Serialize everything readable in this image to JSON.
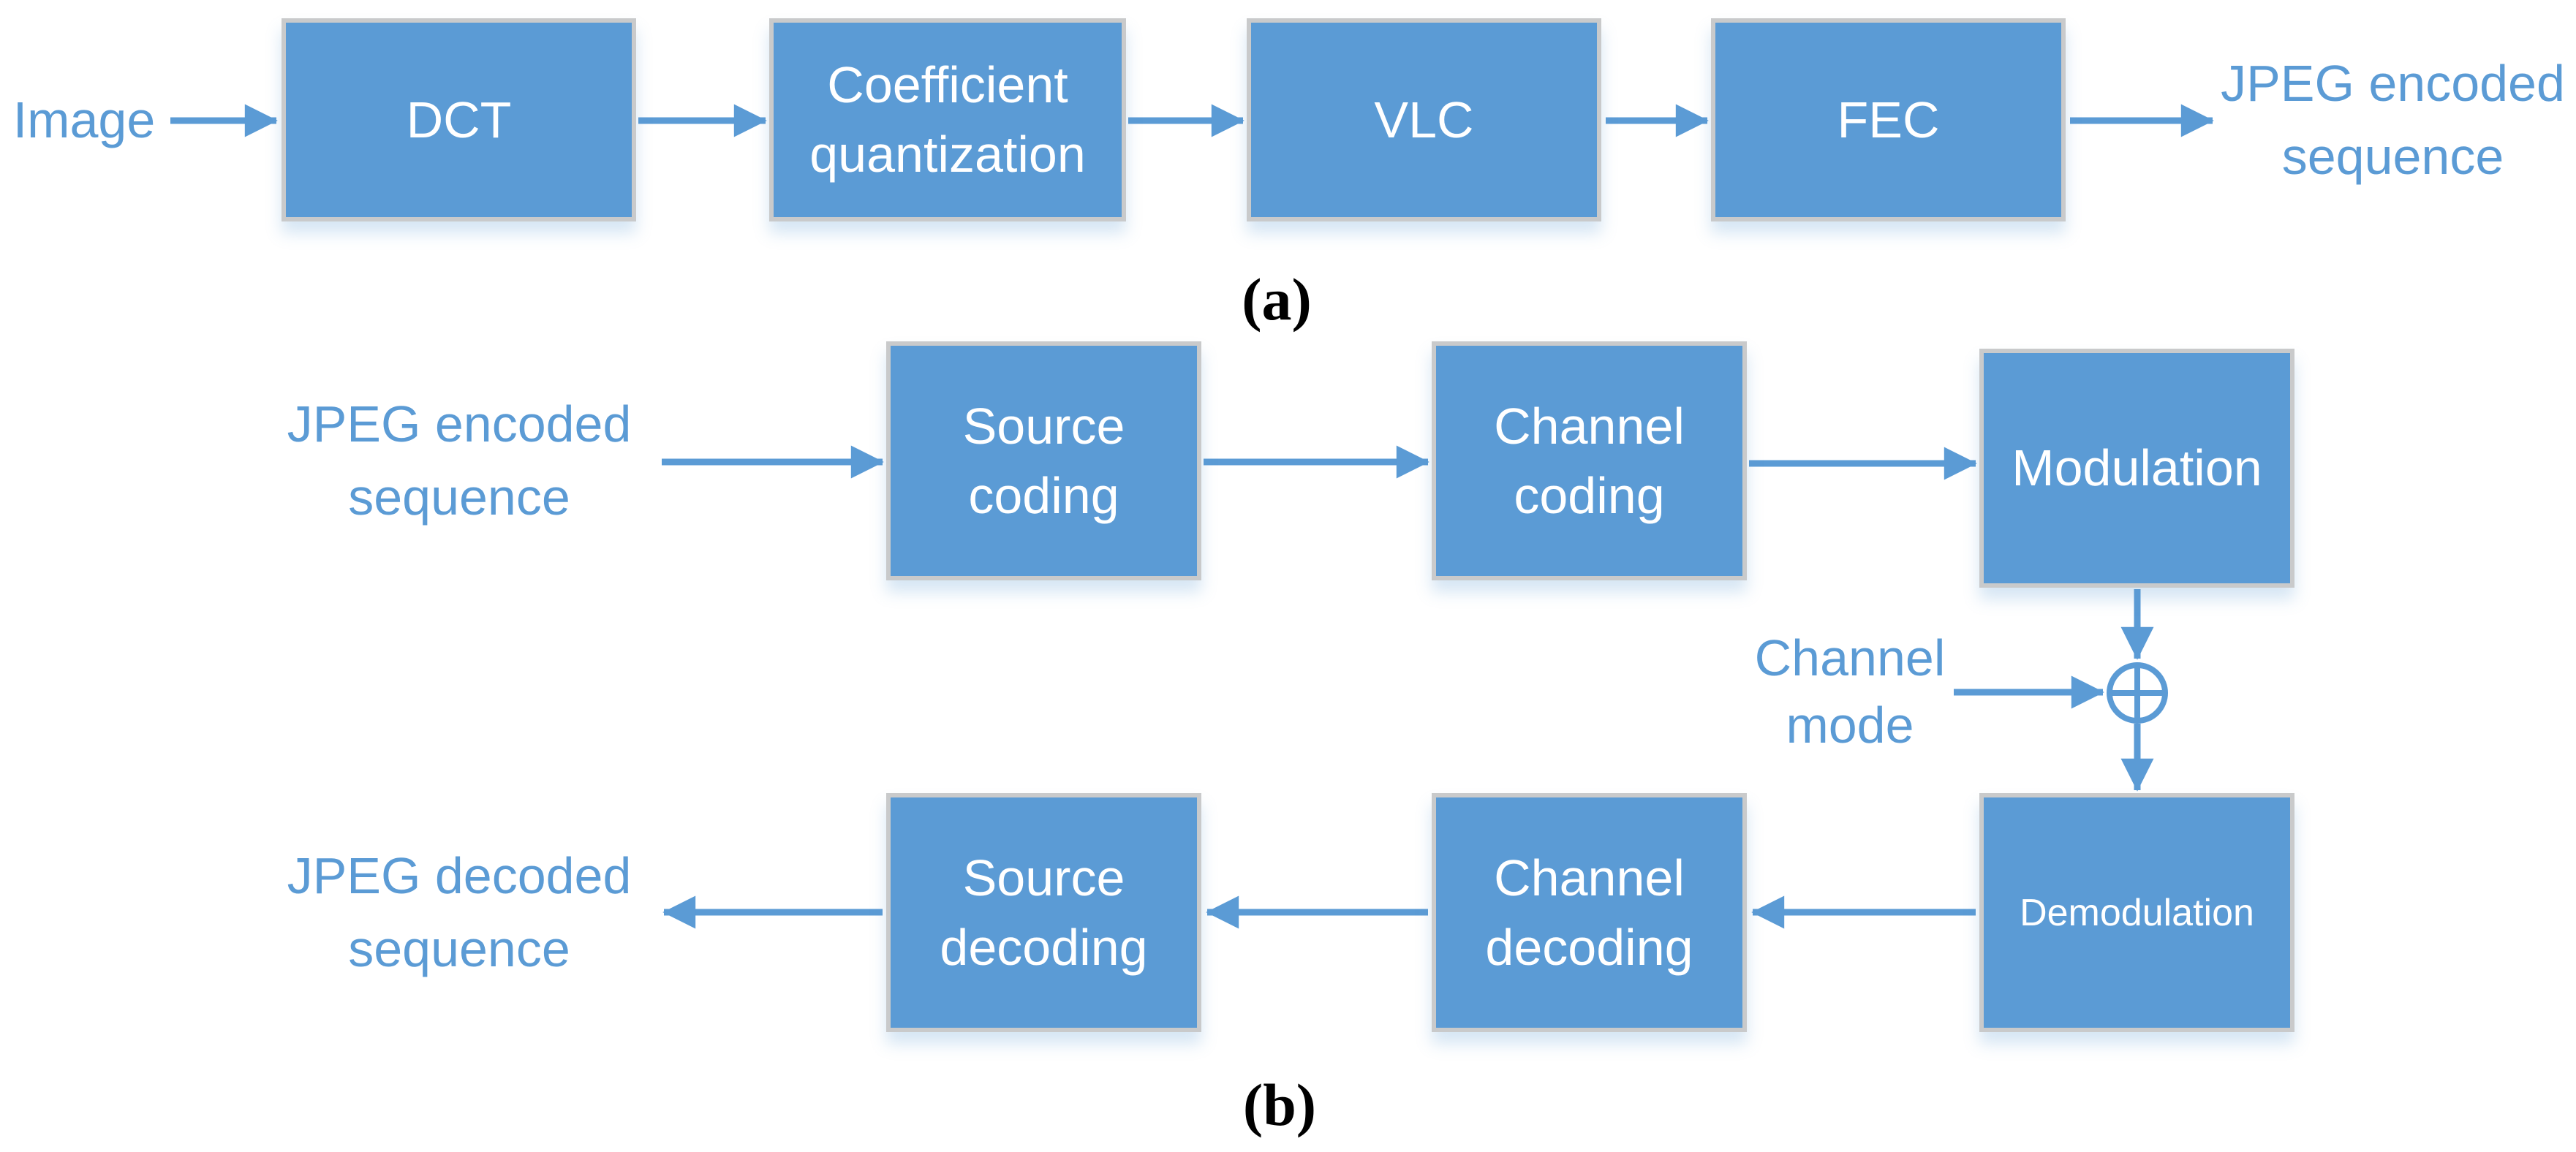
{
  "colors": {
    "box_fill": "#5B9BD5",
    "box_border": "#C9CACB",
    "box_text": "#FFFFFF",
    "label_text": "#5B9BD5",
    "arrow": "#5B9BD5",
    "caption_text": "#000000"
  },
  "part_a": {
    "caption": "(a)",
    "input_label": "Image",
    "output_label": "JPEG encoded sequence",
    "boxes": [
      {
        "label": "DCT"
      },
      {
        "label": "Coefficient quantization"
      },
      {
        "label": "VLC"
      },
      {
        "label": "FEC"
      }
    ]
  },
  "part_b": {
    "caption": "(b)",
    "encoder": {
      "input_label": "JPEG encoded sequence",
      "boxes": [
        {
          "label": "Source coding"
        },
        {
          "label": "Channel coding"
        },
        {
          "label": "Modulation"
        }
      ]
    },
    "channel": {
      "label": "Channel mode",
      "adder_icon": "circled-plus"
    },
    "decoder": {
      "output_label": "JPEG decoded sequence",
      "boxes": [
        {
          "label": "Source decoding"
        },
        {
          "label": "Channel decoding"
        },
        {
          "label": "Demodulation"
        }
      ]
    }
  }
}
